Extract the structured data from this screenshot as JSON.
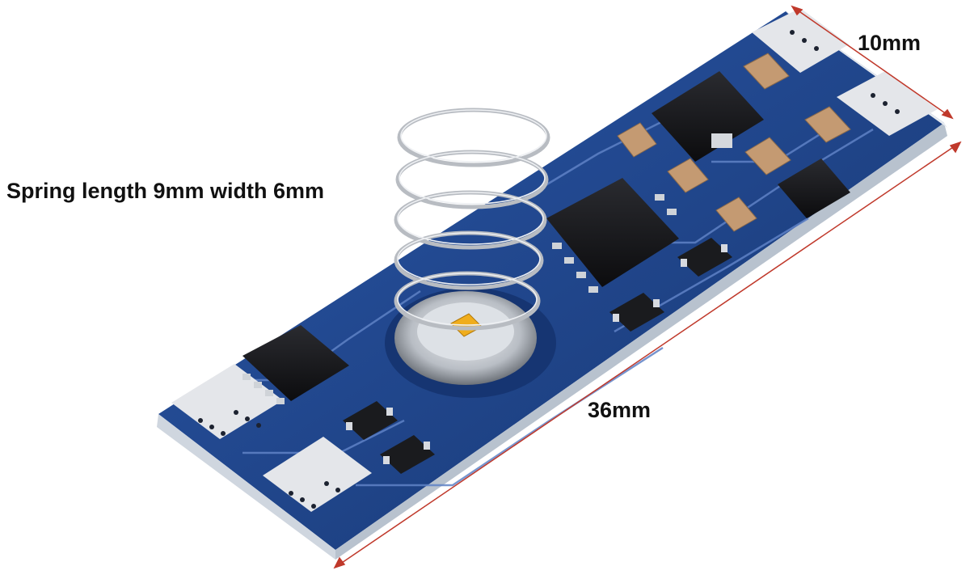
{
  "labels": {
    "spring": "Spring length 9mm width 6mm",
    "width": "10mm",
    "length": "36mm"
  },
  "colors": {
    "background": "#ffffff",
    "pcb": "#1d3f86",
    "pcb_edge": "#d4dbe4",
    "pads": "#e4e6ea",
    "chip": "#151619",
    "capacitor": "#c49a72",
    "led": "#f0ad1c",
    "spring": "#b8bcc2",
    "dimension_line": "#c0392b"
  }
}
